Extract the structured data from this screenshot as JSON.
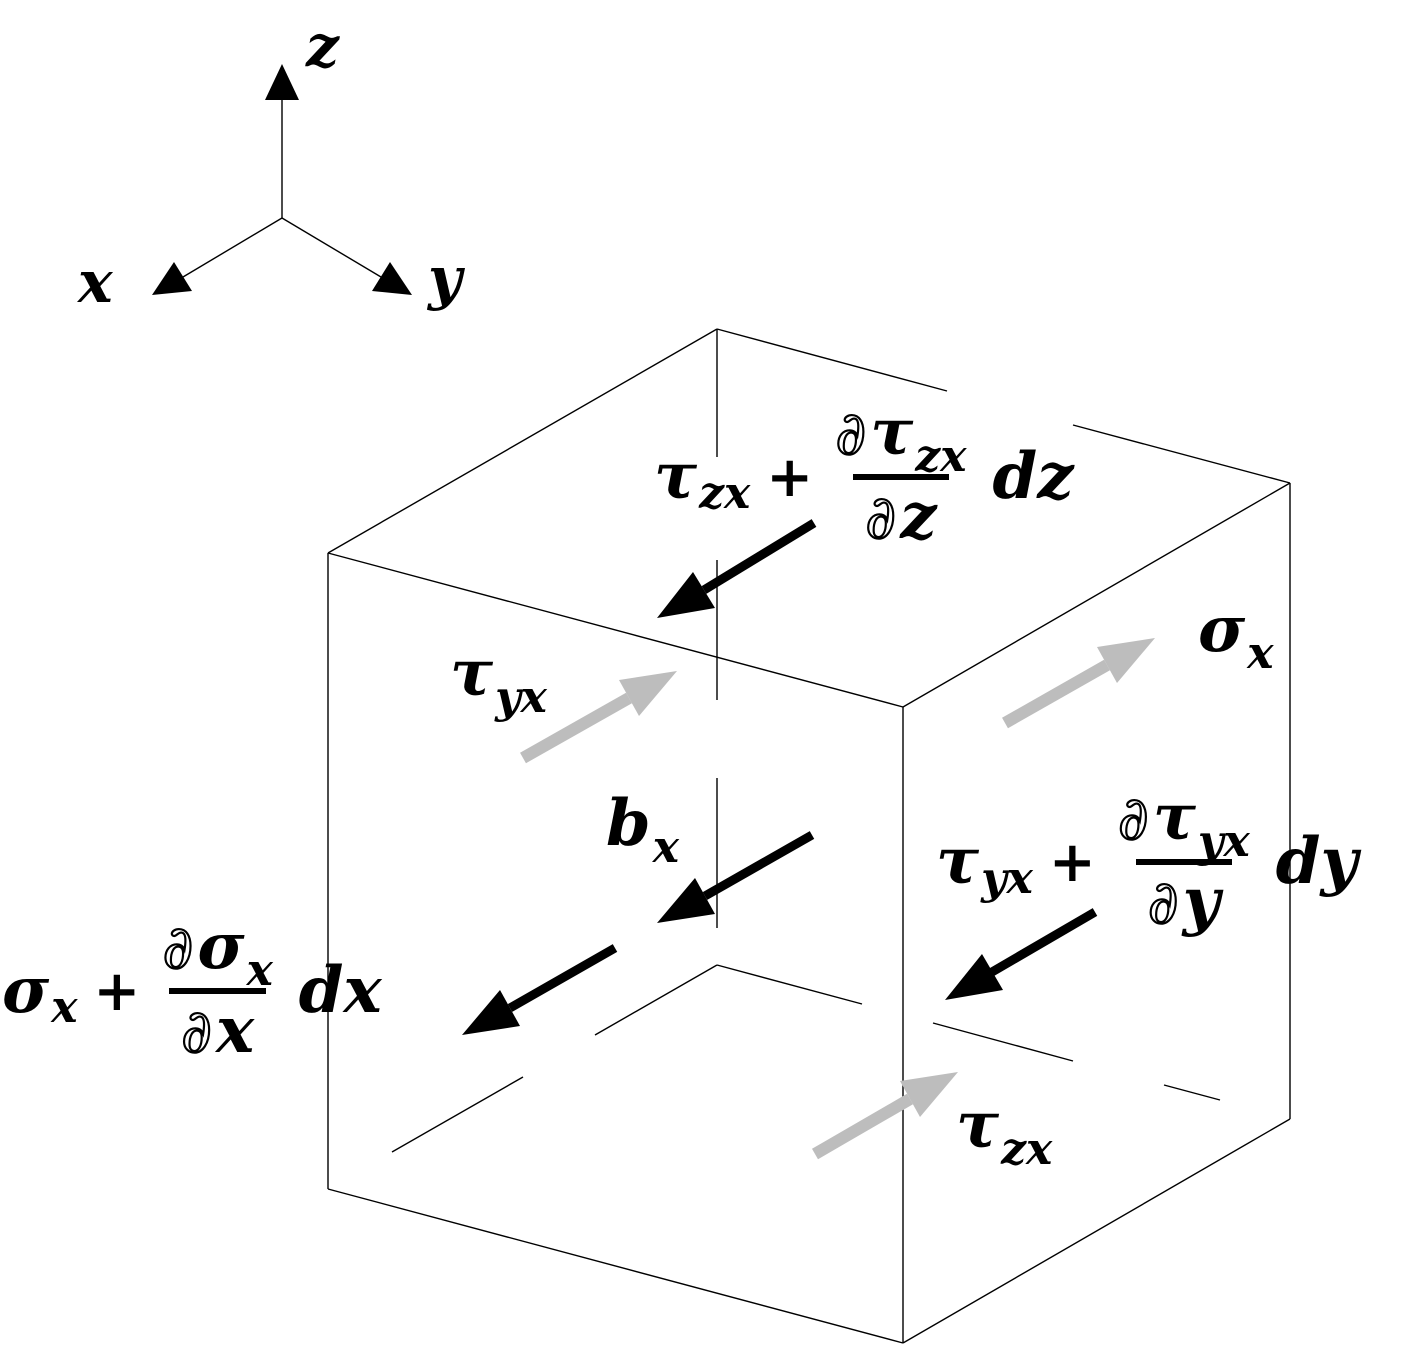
{
  "colors": {
    "edge": "#000000",
    "arrow_black": "#000000",
    "arrow_gray": "#bdbdbd",
    "text": "#000000",
    "background": "#ffffff"
  },
  "axes": {
    "x": "x",
    "y": "y",
    "z": "z"
  },
  "labels": {
    "top": {
      "base": "τ",
      "base_sub": "zx",
      "op": "+",
      "num_partial": "∂",
      "num_base": "τ",
      "num_sub": "zx",
      "den_partial": "∂",
      "den_var": "z",
      "diff": "dz"
    },
    "right": {
      "base": "τ",
      "base_sub": "yx",
      "op": "+",
      "num_partial": "∂",
      "num_base": "τ",
      "num_sub": "yx",
      "den_partial": "∂",
      "den_var": "y",
      "diff": "dy"
    },
    "left": {
      "base": "σ",
      "base_sub": "x",
      "op": "+",
      "num_partial": "∂",
      "num_base": "σ",
      "num_sub": "x",
      "den_partial": "∂",
      "den_var": "x",
      "diff": "dx"
    },
    "sigma_x": {
      "base": "σ",
      "sub": "x"
    },
    "tau_yx": {
      "base": "τ",
      "sub": "yx"
    },
    "b_x": {
      "base": "b",
      "sub": "x"
    },
    "tau_zx": {
      "base": "τ",
      "sub": "zx"
    }
  }
}
